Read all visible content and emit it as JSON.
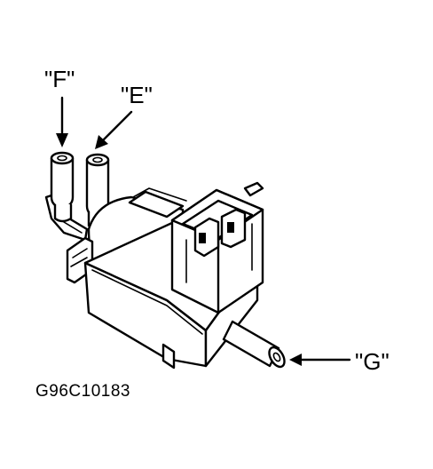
{
  "labels": {
    "f": "\"F\"",
    "e": "\"E\"",
    "g": "\"G\""
  },
  "figure_id": "G96C10183",
  "colors": {
    "line": "#000000",
    "background": "#ffffff"
  }
}
